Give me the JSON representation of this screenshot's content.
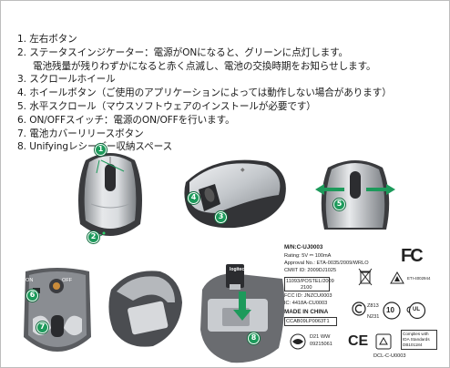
{
  "legend": [
    {
      "num": "1.",
      "text": "左右ボタン"
    },
    {
      "num": "2.",
      "text": "ステータスインジケーター：電源がONになると、グリーンに点灯します。",
      "cont": "電池残量が残りわずかになると赤く点滅し、電池の交換時期をお知らせします。"
    },
    {
      "num": "3.",
      "text": "スクロールホイール"
    },
    {
      "num": "4.",
      "text": "ホイールボタン（ご使用のアプリケーションによっては動作しない場合があります）"
    },
    {
      "num": "5.",
      "text": "水平スクロール（マウスソフトウェアのインストールが必要です）"
    },
    {
      "num": "6.",
      "text": "ON/OFFスイッチ：電源のON/OFFを行います。"
    },
    {
      "num": "7.",
      "text": "電池カバーリリースボタン"
    },
    {
      "num": "8.",
      "text": "Unifyingレシーバー収納スペース"
    }
  ],
  "callouts": [
    "1",
    "2",
    "3",
    "4",
    "5",
    "6",
    "7",
    "8"
  ],
  "bottom_label": {
    "on": "ON",
    "off": "OFF"
  },
  "receiver_label": "logitech",
  "regulatory": {
    "model": "M/N:C-UJ0003",
    "rating": "Rating: 5V ⎓ 100mA",
    "approval": "Approval No.: ETA-0035/2009/WRLO",
    "cmiit": "CMIIT ID: 2009DJ1025",
    "posel_box": [
      "11093/POSTEL/2009",
      "2100"
    ],
    "fcc_id": "FCC ID: JNZCU0003",
    "ic": "IC: 4418A-CU0003",
    "made_in": "MADE IN CHINA",
    "ccc_box": "CCAB09LP0063T1",
    "z813": "Z813",
    "n231": "N231",
    "d_code": "D21 WW",
    "d_code2": "09215061",
    "dcl": "DCL-C-U0003",
    "ida_box": [
      "Complies with",
      "IDA Standards",
      "DB101184"
    ],
    "eti": "ETI-4002944",
    "fc": "FC",
    "ce": "CE",
    "c_tick": "C",
    "ten": "10",
    "cul": "UL"
  },
  "colors": {
    "callout": "#1d9a5b",
    "mouse_silver": "#c9ccd0",
    "mouse_dark": "#3a3b3e"
  }
}
